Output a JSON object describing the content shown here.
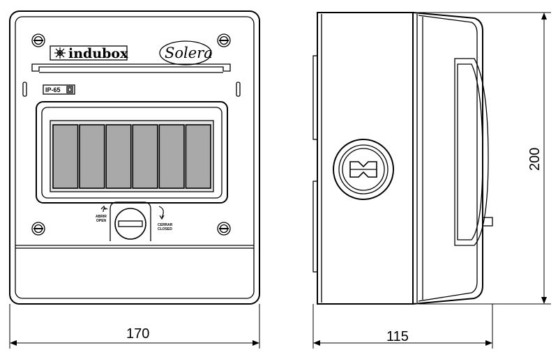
{
  "front_view": {
    "brand_name": "indubox",
    "logo_text": "Solera",
    "rating_label": "IP-65",
    "open_label_1": "ABRIR",
    "open_label_2": "OPEN",
    "close_label_1": "CERRAR",
    "close_label_2": "CLOSED",
    "module_count": 6
  },
  "dimensions": {
    "width": "170",
    "depth": "115",
    "height": "200"
  },
  "colors": {
    "line": "#000000",
    "module_fill": "#a9a9a9",
    "window_fill": "#e6e6e6",
    "background": "#ffffff"
  }
}
